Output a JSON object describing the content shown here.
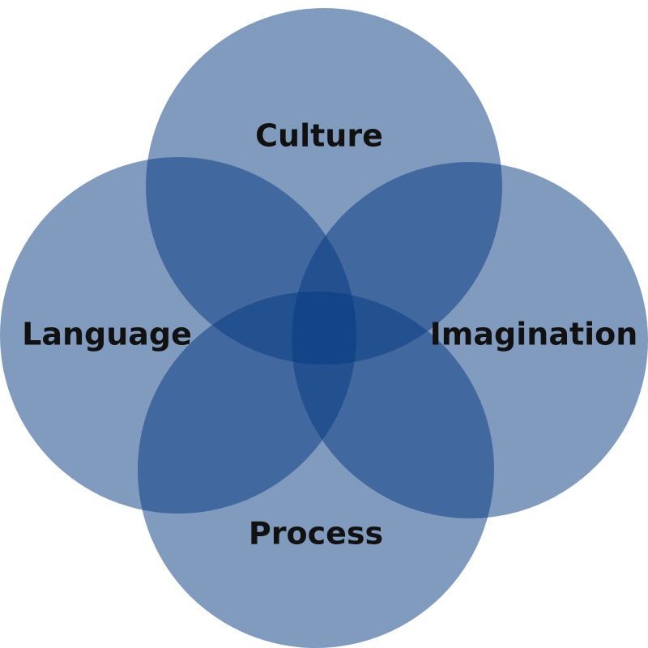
{
  "diagram": {
    "circle_color": "#03377F",
    "circles": [
      {
        "label": "Culture"
      },
      {
        "label": "Language"
      },
      {
        "label": "Imagination"
      },
      {
        "label": "Process"
      }
    ]
  }
}
